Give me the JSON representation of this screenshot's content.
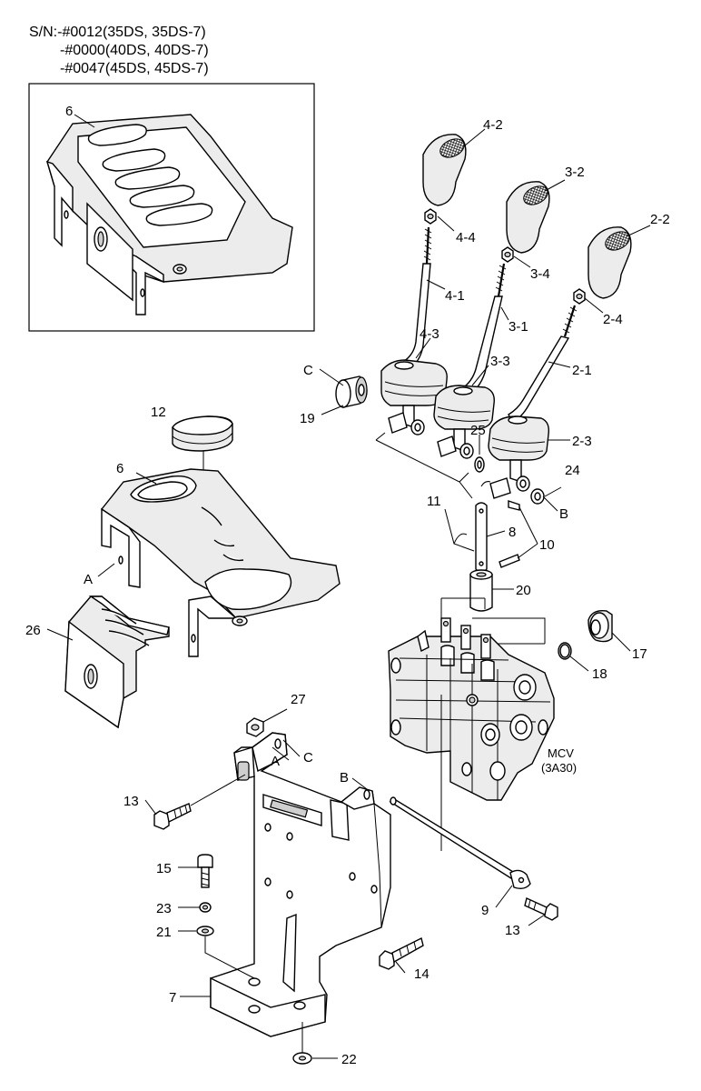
{
  "serial_notes": [
    "S/N:-#0012(35DS, 35DS-7)",
    "-#0000(40DS, 40DS-7)",
    "-#0047(45DS, 45DS-7)"
  ],
  "callouts": {
    "c6_inset": "6",
    "c4_2": "4-2",
    "c3_2": "3-2",
    "c2_2": "2-2",
    "c4_4": "4-4",
    "c3_4": "3-4",
    "c2_4": "2-4",
    "c4_1": "4-1",
    "c3_1": "3-1",
    "c2_1": "2-1",
    "c4_3": "4-3",
    "c3_3": "3-3",
    "c2_3": "2-3",
    "cC_top": "C",
    "c19": "19",
    "c25": "25",
    "c24": "24",
    "cB_right": "B",
    "c11": "11",
    "c8": "8",
    "c10": "10",
    "c12": "12",
    "c6": "6",
    "cA_left": "A",
    "c20": "20",
    "c26": "26",
    "c17": "17",
    "c18": "18",
    "c27": "27",
    "cA_bracket": "A",
    "cC_bracket": "C",
    "cB_bracket": "B",
    "c13_left": "13",
    "c15": "15",
    "c23": "23",
    "c21": "21",
    "c9": "9",
    "c13_right": "13",
    "c14": "14",
    "c7": "7",
    "c22": "22",
    "mcv_line1": "MCV",
    "mcv_line2": "(3A30)"
  }
}
